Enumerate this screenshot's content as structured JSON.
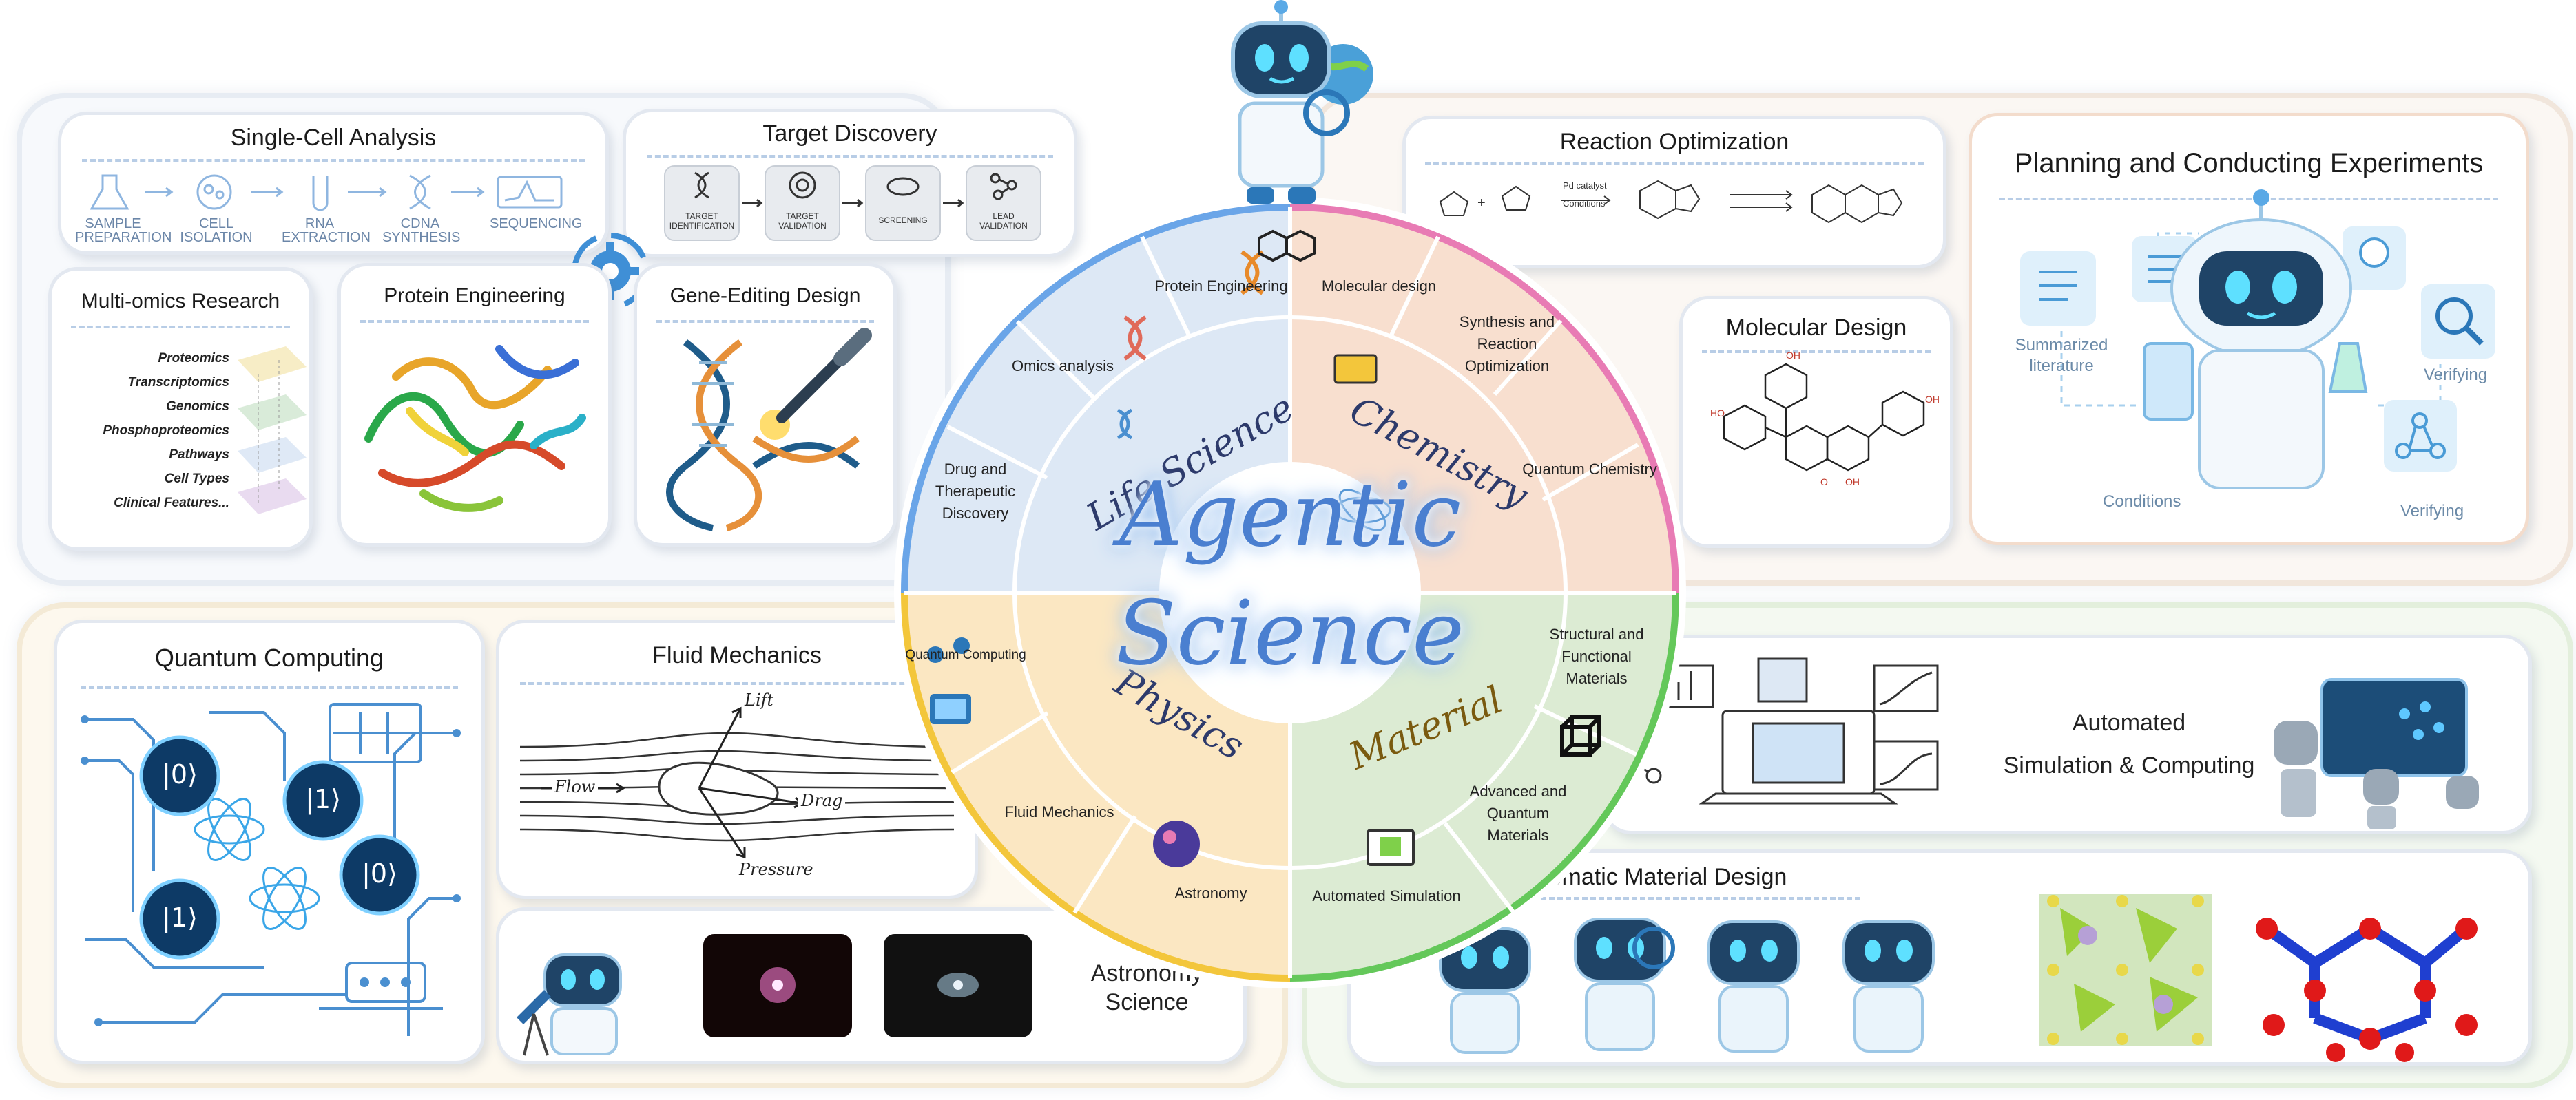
{
  "center": {
    "line1": "Agentic",
    "line2": "Science"
  },
  "domains": {
    "life": "Life Science",
    "chemistry": "Chemistry",
    "physics": "Physics",
    "material": "Material"
  },
  "wheel": {
    "protein_engineering": "Protein Engineering",
    "omics_analysis": "Omics analysis",
    "drug_line1": "Drug and",
    "drug_line2": "Therapeutic",
    "drug_line3": "Discovery",
    "molecular_design": "Molecular design",
    "synth_line1": "Synthesis and",
    "synth_line2": "Reaction",
    "synth_line3": "Optimization",
    "quantum_chemistry": "Quantum Chemistry",
    "quantum_computing": "Quantum Computing",
    "fluid_mechanics": "Fluid Mechanics",
    "astronomy": "Astronomy",
    "struct_line1": "Structural and",
    "struct_line2": "Functional",
    "struct_line3": "Materials",
    "adv_line1": "Advanced and",
    "adv_line2": "Quantum",
    "adv_line3": "Materials",
    "automated_simulation": "Automated Simulation"
  },
  "single_cell": {
    "title": "Single-Cell Analysis",
    "steps": [
      {
        "line1": "SAMPLE",
        "line2": "PREPARATION"
      },
      {
        "line1": "CELL",
        "line2": "ISOLATION"
      },
      {
        "line1": "RNA",
        "line2": "EXTRACTION"
      },
      {
        "line1": "CDNA",
        "line2": "SYNTHESIS"
      },
      {
        "line1": "SEQUENCING",
        "line2": ""
      }
    ]
  },
  "target_discovery": {
    "title": "Target Discovery",
    "steps": [
      {
        "line1": "TARGET",
        "line2": "IDENTIFICATION"
      },
      {
        "line1": "TARGET",
        "line2": "VALIDATION"
      },
      {
        "line1": "SCREENING",
        "line2": ""
      },
      {
        "line1": "LEAD",
        "line2": "VALIDATION"
      }
    ]
  },
  "multi_omics": {
    "title": "Multi-omics Research",
    "items": [
      "Proteomics",
      "Transcriptomics",
      "Genomics",
      "Phosphoproteomics",
      "Pathways",
      "Cell Types",
      "Clinical Features..."
    ]
  },
  "protein_engineering": {
    "title": "Protein Engineering"
  },
  "gene_editing": {
    "title": "Gene-Editing Design"
  },
  "reaction_optimization": {
    "title": "Reaction Optimization",
    "reagent_line1": "Pd catalyst",
    "reagent_line2": "Conditions"
  },
  "molecular_design": {
    "title": "Molecular Design"
  },
  "planning": {
    "title": "Planning and Conducting Experiments",
    "labels": {
      "summarized_line1": "Summarized",
      "summarized_line2": "literature",
      "conditions": "Conditions",
      "verifying_top": "Verifying",
      "verifying_bottom": "Verifying"
    }
  },
  "quantum_computing": {
    "title": "Quantum Computing",
    "qubits": [
      "|0⟩",
      "|1⟩",
      "|0⟩",
      "|1⟩"
    ]
  },
  "fluid_mechanics": {
    "title": "Fluid Mechanics",
    "labels": {
      "lift": "Lift",
      "flow": "Flow",
      "drag": "Drag",
      "pressure": "Pressure"
    }
  },
  "astronomy": {
    "title_line1": "Astronomy",
    "title_line2": "Science"
  },
  "automated_sim": {
    "title_line1": "Automated",
    "title_line2": "Simulation & Computing"
  },
  "auto_material": {
    "title": "Automatic Material Design"
  },
  "colors": {
    "life": "#dde8f5",
    "chemistry": "#f8dfcf",
    "physics": "#fbe7c2",
    "material": "#dcebd3",
    "ring_blue": "#6aa5e8",
    "ring_pink": "#e87bb4",
    "ring_yellow": "#f3c63b",
    "ring_green": "#64c85a",
    "accent_blue": "#3f8fd6"
  }
}
